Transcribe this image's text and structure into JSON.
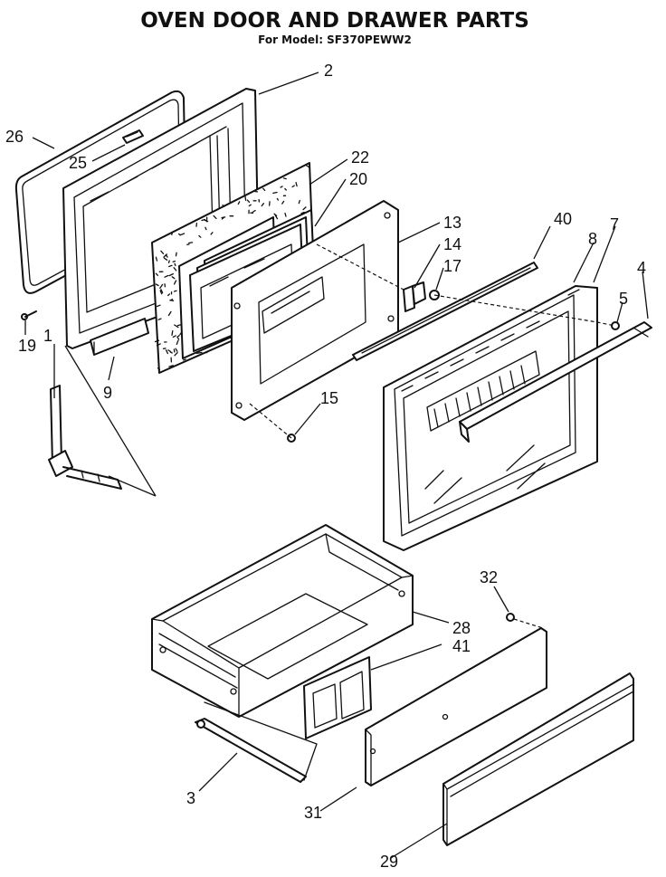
{
  "title": "OVEN DOOR AND DRAWER PARTS",
  "subtitle": "For Model: SF370PEWW2",
  "callouts": [
    {
      "id": "c2",
      "text": "2"
    },
    {
      "id": "c26",
      "text": "26"
    },
    {
      "id": "c25",
      "text": "25"
    },
    {
      "id": "c22",
      "text": "22"
    },
    {
      "id": "c20",
      "text": "20"
    },
    {
      "id": "c13",
      "text": "13"
    },
    {
      "id": "c14",
      "text": "14"
    },
    {
      "id": "c17",
      "text": "17"
    },
    {
      "id": "c40",
      "text": "40"
    },
    {
      "id": "c8",
      "text": "8"
    },
    {
      "id": "c7",
      "text": "7"
    },
    {
      "id": "c4",
      "text": "4"
    },
    {
      "id": "c5",
      "text": "5"
    },
    {
      "id": "c1",
      "text": "1"
    },
    {
      "id": "c19",
      "text": "19"
    },
    {
      "id": "c9",
      "text": "9"
    },
    {
      "id": "c15",
      "text": "15"
    },
    {
      "id": "c32",
      "text": "32"
    },
    {
      "id": "c28",
      "text": "28"
    },
    {
      "id": "c41",
      "text": "41"
    },
    {
      "id": "c3",
      "text": "3"
    },
    {
      "id": "c31",
      "text": "31"
    },
    {
      "id": "c29",
      "text": "29"
    }
  ]
}
